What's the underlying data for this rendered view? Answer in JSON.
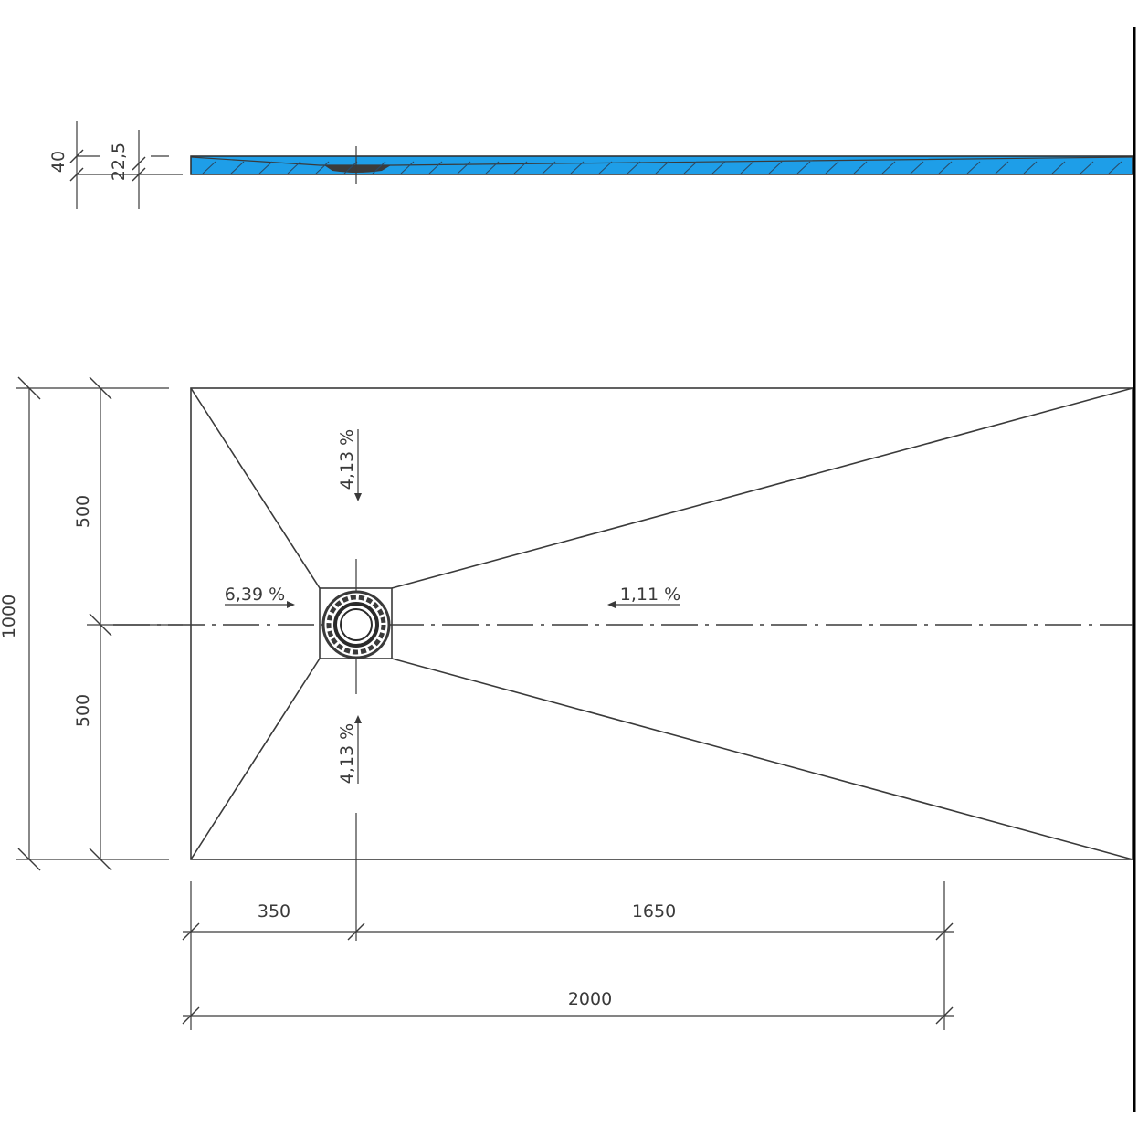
{
  "section_view": {
    "dimensions": {
      "total_height": "40",
      "drain_depth": "22,5"
    },
    "fill_color": "#1e9ee8"
  },
  "plan_view": {
    "slopes": {
      "top": "4,13 %",
      "left": "6,39 %",
      "right": "1,11 %",
      "bottom": "4,13 %"
    },
    "dimensions": {
      "overall_width": "1000",
      "half_top": "500",
      "half_bottom": "500",
      "left_offset": "350",
      "right_length": "1650",
      "overall_length": "2000"
    }
  }
}
